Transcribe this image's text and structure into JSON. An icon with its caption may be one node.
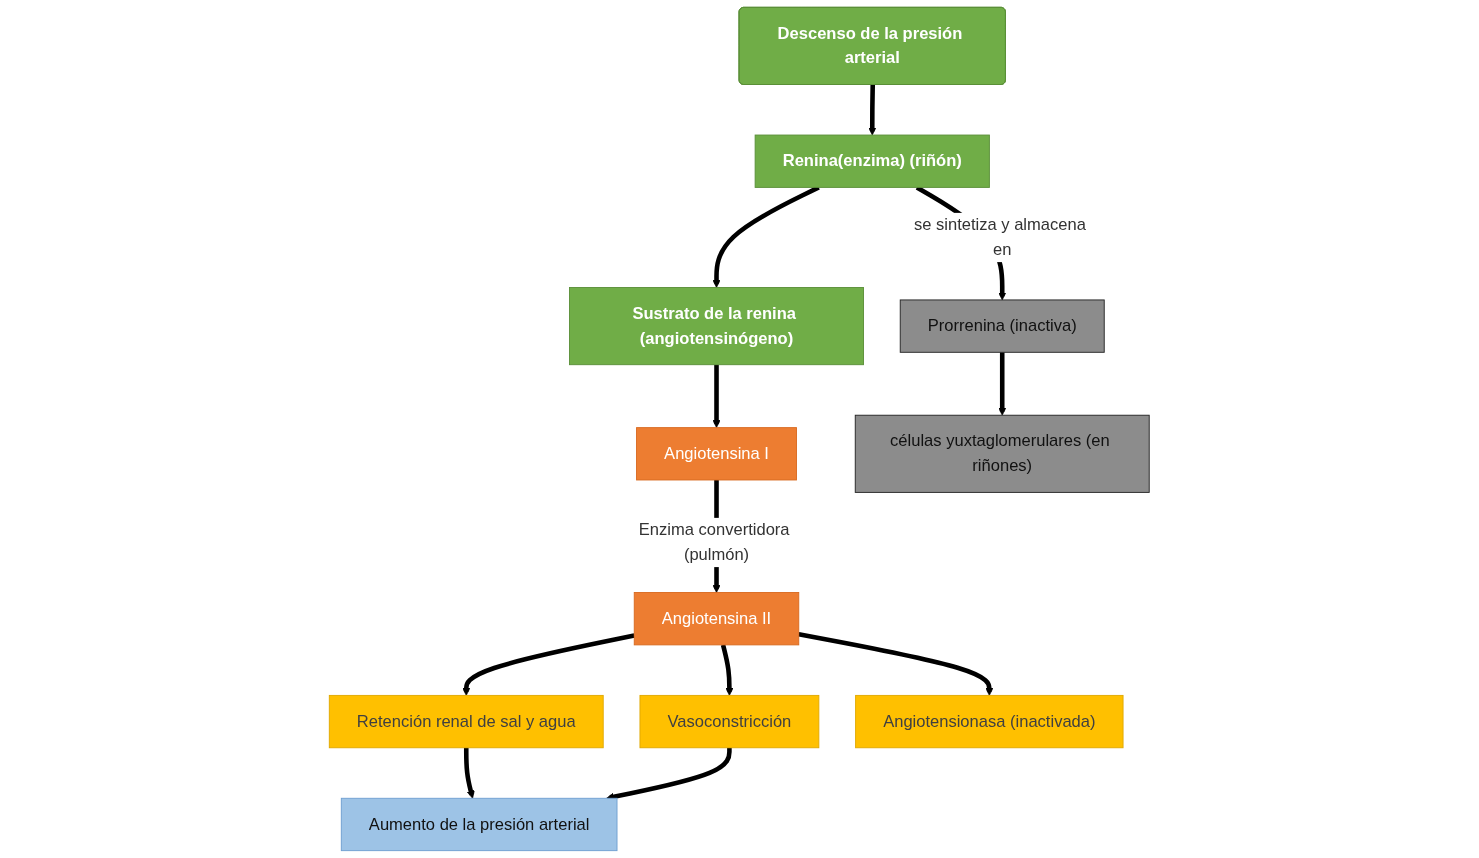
{
  "diagram": {
    "nodes": [
      {
        "text": [
          "Descenso de la presión arterial"
        ]
      },
      {
        "text": [
          "Renina(enzima) (riñón)"
        ]
      },
      {
        "text": [
          "Sustrato de la renina (angiotensinógeno)"
        ]
      },
      {
        "text": [
          "Angiotensina I"
        ]
      },
      {
        "text": [
          "Prorrenina (inactiva)"
        ]
      },
      {
        "text": [
          "células yuxtaglomerulares (en riñones)"
        ]
      },
      {
        "text": [
          "Angiotensina II"
        ]
      },
      {
        "text": [
          "Retención renal de sal y agua"
        ]
      },
      {
        "text": [
          "Vasoconstricción"
        ]
      },
      {
        "text": [
          "Angiotensionasa (inactivada)"
        ]
      },
      {
        "text": [
          "Aumento de la presión arterial"
        ]
      }
    ],
    "edges": [
      {
        "from": 0,
        "to": 1,
        "arrow": "to"
      },
      {
        "from": 1,
        "to": 2,
        "arrow": "to"
      },
      {
        "from": 2,
        "to": 3,
        "arrow": "to"
      },
      {
        "from": 1,
        "to": 4,
        "arrow": "to",
        "label": "se sintetiza y almacena en"
      },
      {
        "from": 4,
        "to": 5,
        "arrow": "to"
      },
      {
        "from": 3,
        "to": 6,
        "arrow": "to",
        "label": "Enzima convertidora (pulmón)"
      },
      {
        "from": 6,
        "to": 7,
        "arrow": "to"
      },
      {
        "from": 6,
        "to": 8,
        "arrow": "to"
      },
      {
        "from": 6,
        "to": 9,
        "arrow": "to"
      },
      {
        "from": 7,
        "to": 10,
        "arrow": "to"
      },
      {
        "from": 8,
        "to": 10,
        "arrow": "to"
      }
    ]
  }
}
